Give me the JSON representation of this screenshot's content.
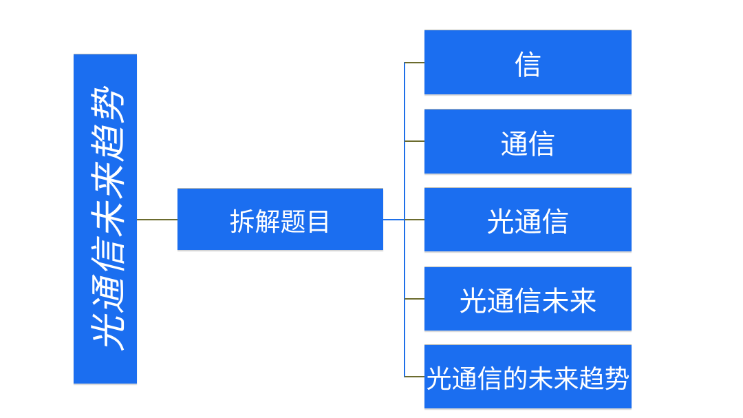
{
  "diagram": {
    "root": {
      "label": "光通信未来趋势"
    },
    "middle": {
      "label": "拆解题目"
    },
    "leaves": [
      {
        "label": "信"
      },
      {
        "label": "通信"
      },
      {
        "label": "光通信"
      },
      {
        "label": "光通信未来"
      },
      {
        "label": "光通信的未来趋势"
      }
    ],
    "colors": {
      "background": "#ffffff",
      "box_fill": "#1b6ef0",
      "box_text": "#ffffff",
      "connector_primary": "#1e6fe8",
      "connector_secondary": "#6b6b2e"
    }
  }
}
